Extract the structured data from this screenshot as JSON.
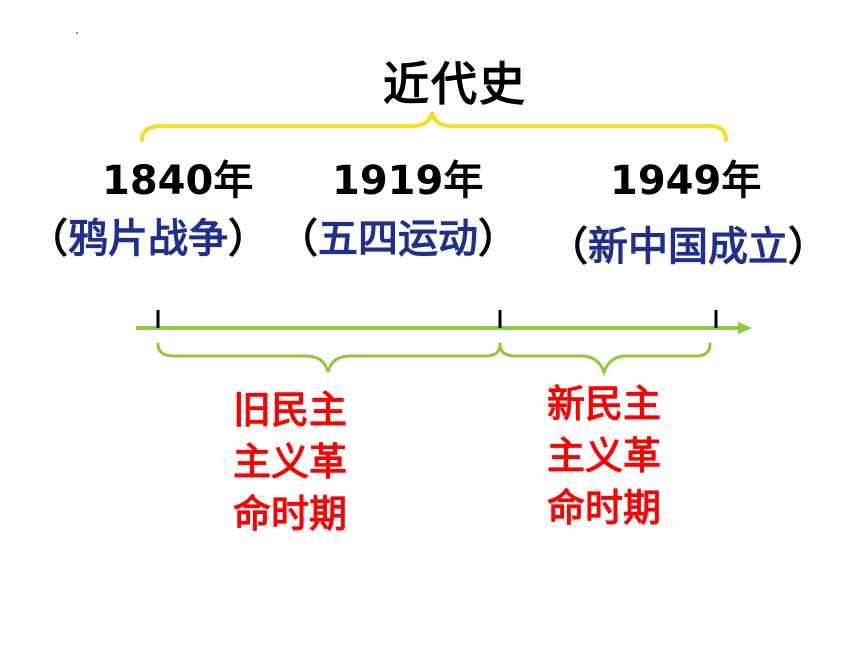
{
  "title": "近代史",
  "years": [
    "1840年",
    "1919年",
    "1949年"
  ],
  "events": [
    {
      "open": "（",
      "text": "鸦片战争",
      "close": "）"
    },
    {
      "open": "（",
      "text": "五四运动",
      "close": "）"
    },
    {
      "open": "（",
      "text": "新中国成立",
      "close": "）"
    }
  ],
  "periods": [
    "旧民主主义革命时期",
    "新民主主义革命时期"
  ],
  "colors": {
    "brace_top": "#f5e01e",
    "timeline": "#92c83e",
    "event_text": "#1f2f8f",
    "period_text": "#ff0000"
  }
}
